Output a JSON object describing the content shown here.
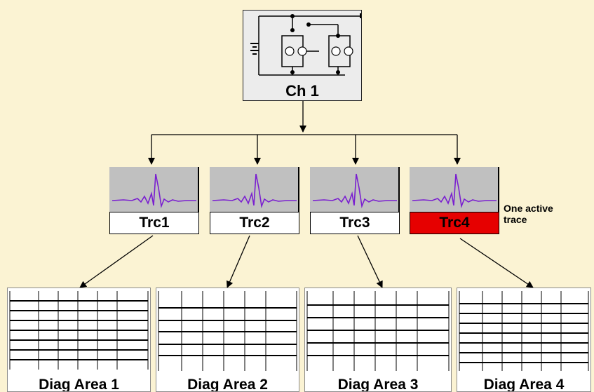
{
  "channel": {
    "label": "Ch 1"
  },
  "traces": [
    {
      "label": "Trc1",
      "active": false
    },
    {
      "label": "Trc2",
      "active": false
    },
    {
      "label": "Trc3",
      "active": false
    },
    {
      "label": "Trc4",
      "active": true
    }
  ],
  "annotation": {
    "line1": "One active",
    "line2": "trace"
  },
  "diagram_areas": [
    {
      "label": "Diag Area 1"
    },
    {
      "label": "Diag Area 2"
    },
    {
      "label": "Diag Area 3"
    },
    {
      "label": "Diag Area 4"
    }
  ],
  "colors": {
    "background": "#fbf3d3",
    "active_trace": "#e60000",
    "trace_plot": "#c0c0c0",
    "waveform": "#7a1fd0"
  }
}
